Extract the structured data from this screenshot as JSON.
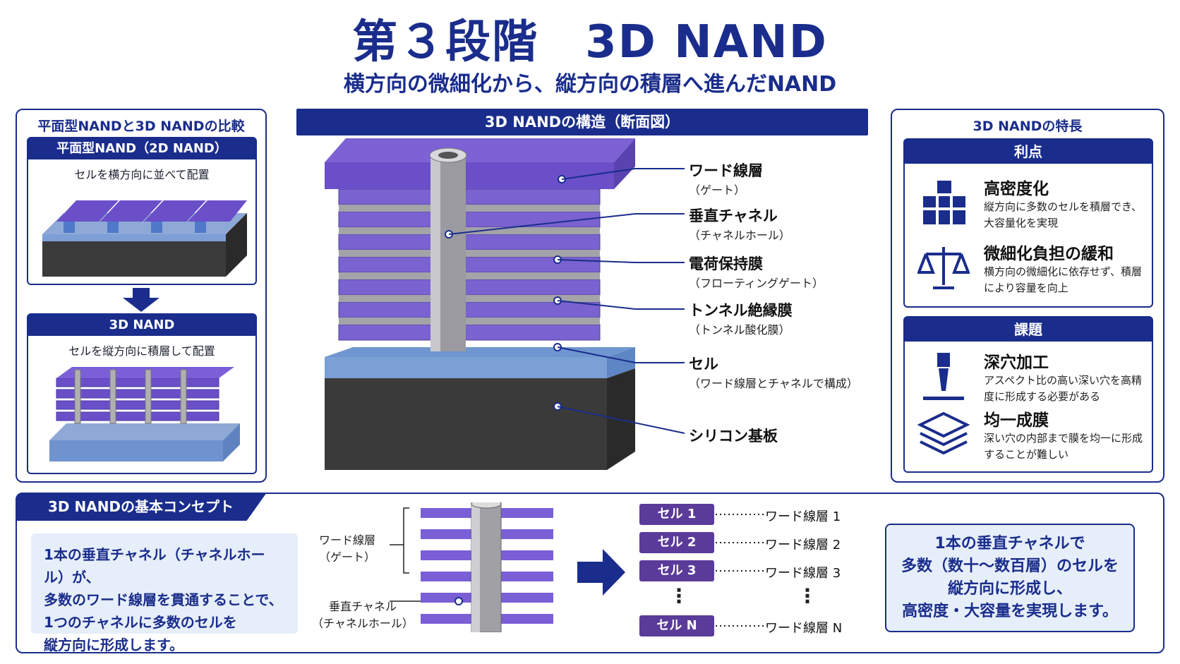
{
  "header": {
    "title": "第３段階　3D NAND",
    "subtitle": "横方向の微細化から、縦方向の積層へ進んだNAND"
  },
  "left_panel": {
    "title": "平面型NANDと3D NANDの比較",
    "planar": {
      "label": "平面型NAND（2D NAND）",
      "desc": "セルを横方向に並べて配置"
    },
    "stacked": {
      "label": "3D NAND",
      "desc": "セルを縦方向に積層して配置"
    }
  },
  "center": {
    "title": "3D NANDの構造（断面図）",
    "labels": [
      {
        "main": "ワード線層",
        "sub": "（ゲート）"
      },
      {
        "main": "垂直チャネル",
        "sub": "（チャネルホール）"
      },
      {
        "main": "電荷保持膜",
        "sub": "（フローティングゲート）"
      },
      {
        "main": "トンネル絶縁膜",
        "sub": "（トンネル酸化膜）"
      },
      {
        "main": "セル",
        "sub": "（ワード線層とチャネルで構成）"
      },
      {
        "main": "シリコン基板",
        "sub": ""
      }
    ]
  },
  "right_panel": {
    "title": "3D NANDの特長",
    "advantages": {
      "label": "利点",
      "items": [
        {
          "title": "高密度化",
          "desc": "縦方向に多数のセルを積層でき、大容量化を実現",
          "icon": "stacked-cubes-icon"
        },
        {
          "title": "微細化負担の緩和",
          "desc": "横方向の微細化に依存せず、積層により容量を向上",
          "icon": "balance-scale-icon"
        }
      ]
    },
    "challenges": {
      "label": "課題",
      "items": [
        {
          "title": "深穴加工",
          "desc": "アスペクト比の高い深い穴を高精度に形成する必要がある",
          "icon": "drill-icon"
        },
        {
          "title": "均一成膜",
          "desc": "深い穴の内部まで膜を均一に形成することが難しい",
          "icon": "layers-icon"
        }
      ]
    }
  },
  "bottom": {
    "tab": "3D NANDの基本コンセプト",
    "desc_lines": [
      "1本の垂直チャネル（チャネルホール）が、",
      "多数のワード線層を貫通することで、",
      "1つのチャネルに多数のセルを",
      "縦方向に形成します。"
    ],
    "diagram": {
      "word_label": "ワード線層",
      "word_sub": "（ゲート）",
      "channel_label": "垂直チャネル",
      "channel_sub": "（チャネルホール）"
    },
    "cells": [
      {
        "cell": "セル 1",
        "word": "ワード線層 1"
      },
      {
        "cell": "セル 2",
        "word": "ワード線層 2"
      },
      {
        "cell": "セル 3",
        "word": "ワード線層 3"
      },
      {
        "cell": "セル N",
        "word": "ワード線層 N"
      }
    ],
    "ellipsis": "⋮",
    "summary_lines": [
      "1本の垂直チャネルで",
      "多数（数十〜数百層）のセルを",
      "縦方向に形成し、",
      "高密度・大容量を実現します。"
    ]
  },
  "colors": {
    "navy": "#1a2d8c",
    "purple": "#6a4fc9",
    "blue_layer": "#7da6d9",
    "substrate": "#3a3a3a"
  }
}
